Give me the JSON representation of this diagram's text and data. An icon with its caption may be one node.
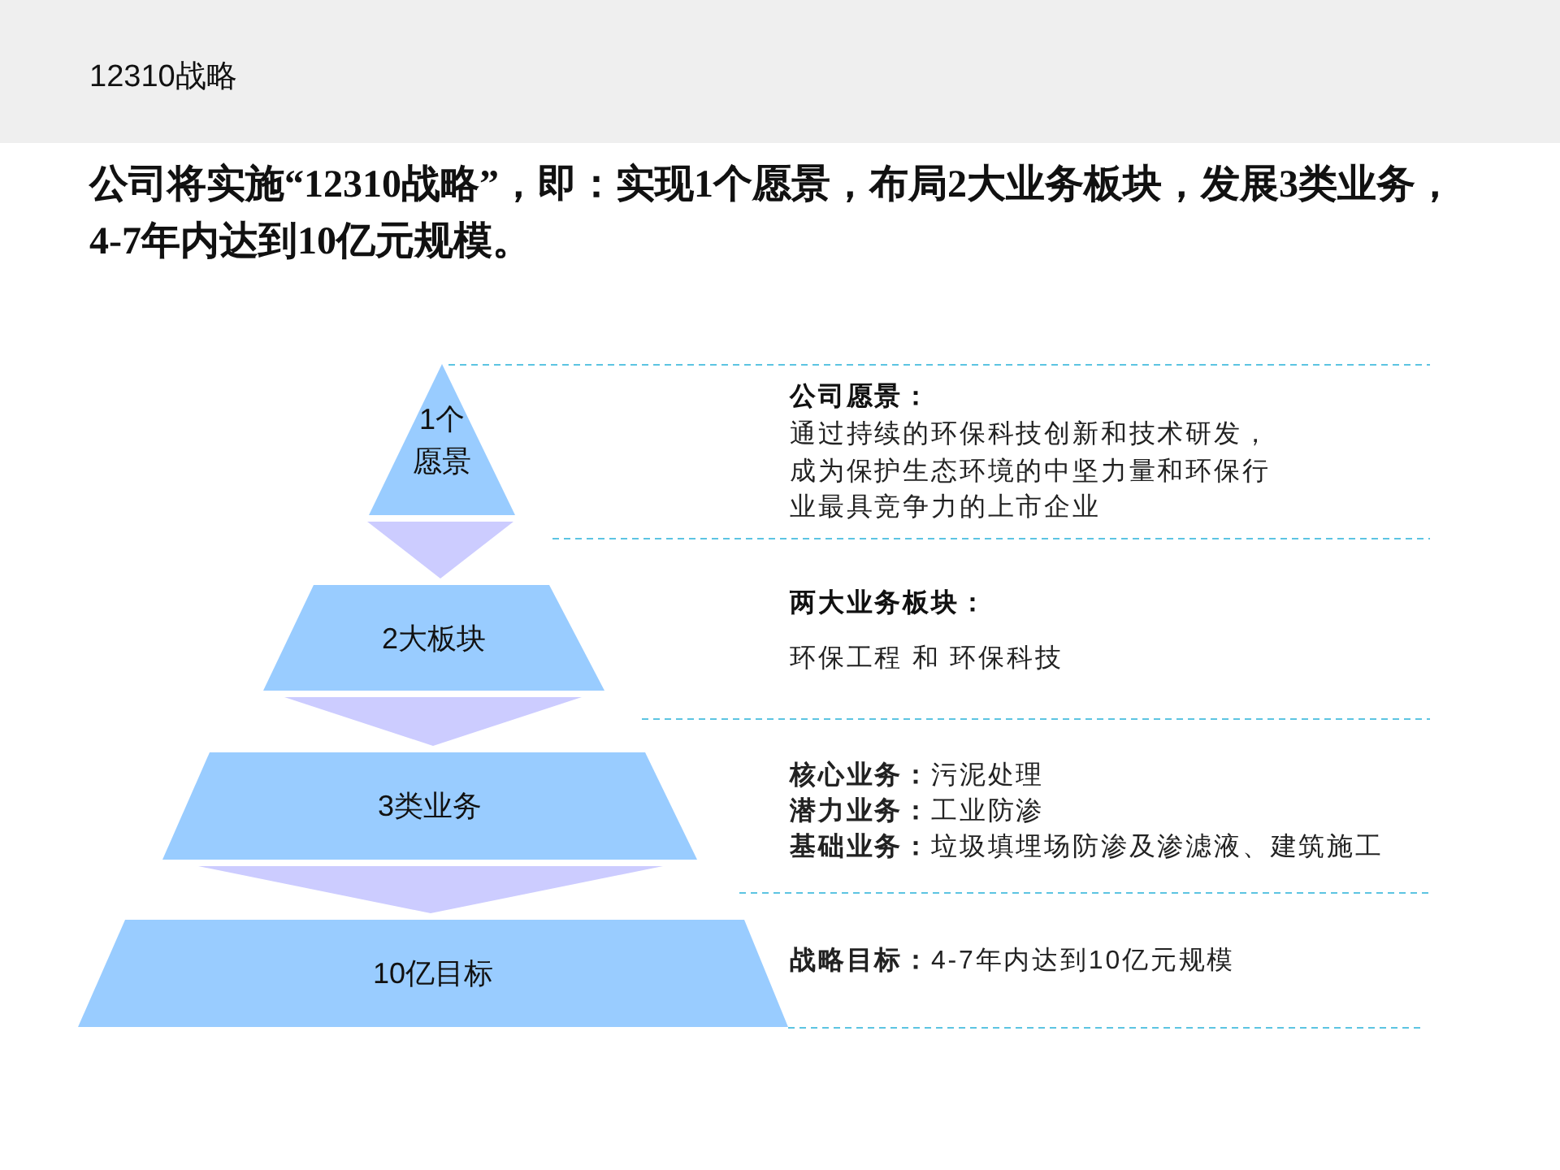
{
  "diagram": {
    "title": "12310战略",
    "nodes": [
      {
        "text": [
          "1个愿景"
        ],
        "beside": [
          "公司愿景：",
          "通过持续的环保科技创新和技术研发，成为保护生态环境的中坚力量和环保行业最具竞争力的上市企业"
        ]
      },
      {
        "text": [
          "2大板块"
        ],
        "beside": [
          "两大业务板块：",
          "环保工程 和 环保科技"
        ]
      },
      {
        "text": [
          "3类业务"
        ],
        "beside": [
          "**核心业务：**污泥处理",
          "**潜力业务：**工业防渗",
          "**基础业务：**垃圾填埋场防渗及渗滤液、建筑施工"
        ]
      },
      {
        "text": [
          "10亿目标"
        ],
        "beside": [
          "**战略目标：**4-7年内达到10亿元规模"
        ]
      }
    ],
    "edges": [
      {
        "from": 0,
        "to": 1,
        "arrow": "to"
      },
      {
        "from": 1,
        "to": 2,
        "arrow": "to"
      },
      {
        "from": 2,
        "to": 3,
        "arrow": "to"
      }
    ],
    "labels": [
      "公司将实施“12310战略”，即：实现1个愿景，布局2大业务板块，发展3类业务，4-7年内达到10亿元规模。"
    ]
  }
}
